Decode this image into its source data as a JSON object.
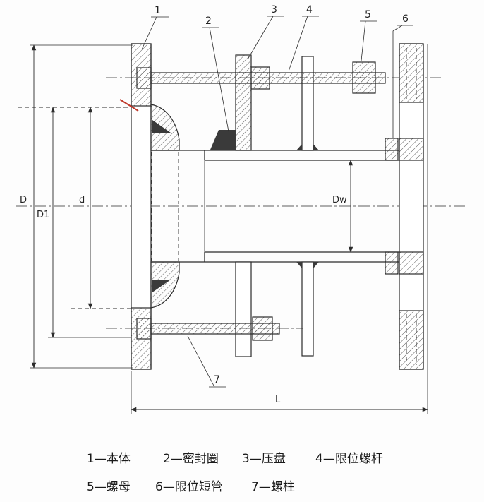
{
  "figure": {
    "callouts": [
      "1",
      "2",
      "3",
      "4",
      "5",
      "6",
      "7"
    ],
    "dims": {
      "D": "D",
      "D1": "D1",
      "d": "d",
      "Dw": "Dw",
      "L": "L"
    },
    "legend_row1": [
      {
        "text": "1—本体"
      },
      {
        "text": "2—密封圈"
      },
      {
        "text": "3—压盘"
      },
      {
        "text": "4—限位螺杆"
      }
    ],
    "legend_row2": [
      {
        "text": "5—螺母"
      },
      {
        "text": "6—限位短管"
      },
      {
        "text": "7—螺柱"
      }
    ]
  }
}
